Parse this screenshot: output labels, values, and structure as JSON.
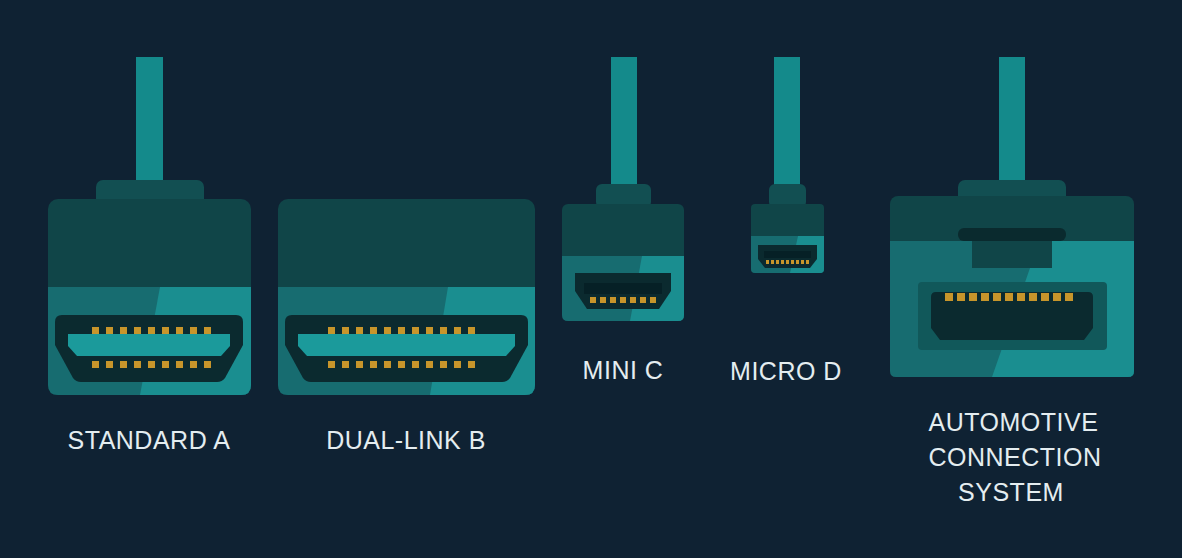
{
  "diagram": {
    "labels": [
      "STANDARD A",
      "DUAL-LINK B",
      "MINI C",
      "MICRO D",
      "AUTOMOTIVE CONNECTION SYSTEM"
    ]
  }
}
